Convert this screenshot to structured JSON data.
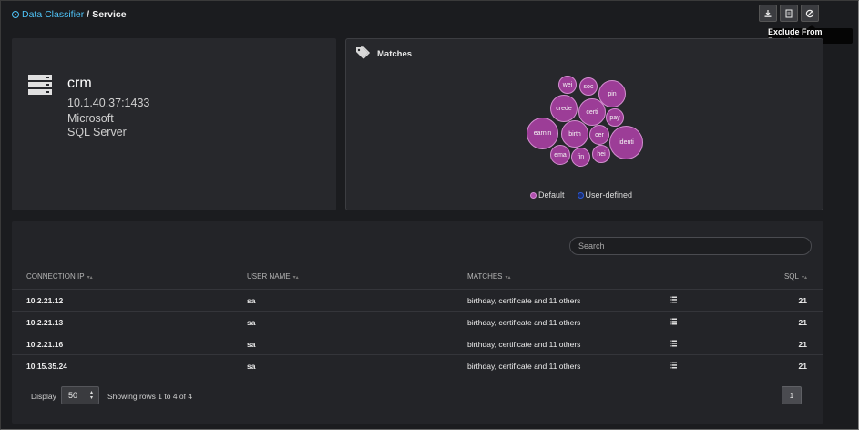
{
  "breadcrumb": {
    "parent": "Data Classifier",
    "separator": "/",
    "current": "Service"
  },
  "toolbar": {
    "buttons": [
      {
        "icon": "download-icon"
      },
      {
        "icon": "document-icon"
      },
      {
        "icon": "ban-icon"
      }
    ],
    "tooltip": "Exclude From Results"
  },
  "server": {
    "name": "crm",
    "host": "10.1.40.37:1433",
    "type_line1": "Microsoft",
    "type_line2": "SQL Server",
    "icon": "server-icon"
  },
  "matches": {
    "title": "Matches",
    "icon": "tag-icon",
    "bubbles": [
      {
        "label": "wei"
      },
      {
        "label": "soc"
      },
      {
        "label": "pin"
      },
      {
        "label": "crede"
      },
      {
        "label": "certi"
      },
      {
        "label": "pay"
      },
      {
        "label": "earnin"
      },
      {
        "label": "birth"
      },
      {
        "label": "cer"
      },
      {
        "label": "identi"
      },
      {
        "label": "ema"
      },
      {
        "label": "fin"
      },
      {
        "label": "hei"
      }
    ],
    "legend": [
      {
        "label": "Default",
        "color": "#b04fae"
      },
      {
        "label": "User-defined",
        "color": "#2a5bd7"
      }
    ]
  },
  "table": {
    "search_placeholder": "Search",
    "columns": [
      "CONNECTION IP",
      "USER NAME",
      "MATCHES",
      "SQL"
    ],
    "rows": [
      {
        "ip": "10.2.21.12",
        "user": "sa",
        "matches": "birthday, certificate and 11 others",
        "sql": "21"
      },
      {
        "ip": "10.2.21.13",
        "user": "sa",
        "matches": "birthday, certificate and 11 others",
        "sql": "21"
      },
      {
        "ip": "10.2.21.16",
        "user": "sa",
        "matches": "birthday, certificate and 11 others",
        "sql": "21"
      },
      {
        "ip": "10.15.35.24",
        "user": "sa",
        "matches": "birthday, certificate and 11 others",
        "sql": "21"
      }
    ],
    "footer": {
      "display_label": "Display",
      "page_size": "50",
      "showing": "Showing rows 1 to 4 of 4",
      "page": "1"
    }
  }
}
